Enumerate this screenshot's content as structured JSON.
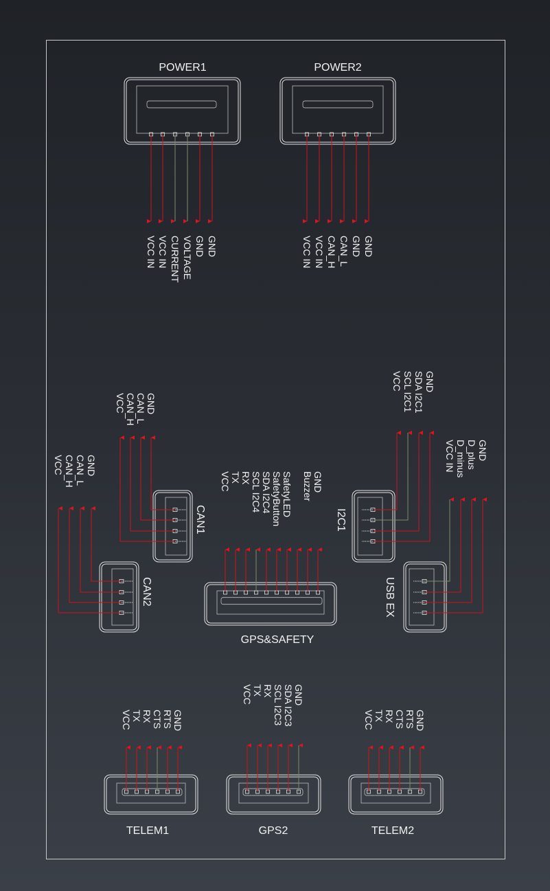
{
  "colors": {
    "wire": "#d0121b",
    "wire_alt": "#7f8a6e",
    "arrow": "#e0141e",
    "outline": "#e6e6e6"
  },
  "connectors": {
    "power1": {
      "title": "POWER1",
      "pins": [
        "VCC IN",
        "VCC IN",
        "CURRENT",
        "VOLTAGE",
        "GND",
        "GND"
      ]
    },
    "power2": {
      "title": "POWER2",
      "pins": [
        "VCC IN",
        "VCC IN",
        "CAN_H",
        "CAN_L",
        "GND",
        "GND"
      ]
    },
    "can1": {
      "title": "CAN1",
      "pins": [
        "VCC",
        "CAN_H",
        "CAN_L",
        "GND"
      ]
    },
    "can2": {
      "title": "CAN2",
      "pins": [
        "VCC",
        "CAN_H",
        "CAN_L",
        "GND"
      ]
    },
    "i2c1": {
      "title": "I2C1",
      "pins": [
        "VCC",
        "SCL I2C1",
        "SDA I2C1",
        "GND"
      ]
    },
    "usb_ex": {
      "title": "USB EX",
      "pins": [
        "VCC IN",
        "D_minus",
        "D_plus",
        "GND"
      ]
    },
    "gps_safety": {
      "title": "GPS&SAFETY",
      "pins": [
        "VCC",
        "TX",
        "RX",
        "SCL I2C4",
        "SDA I2C4",
        "SafetyButton",
        "SafetyLED",
        "",
        "Buzzer",
        "GND"
      ]
    },
    "telem1": {
      "title": "TELEM1",
      "pins": [
        "VCC",
        "TX",
        "RX",
        "CTS",
        "RTS",
        "GND"
      ]
    },
    "gps2": {
      "title": "GPS2",
      "pins": [
        "VCC",
        "TX",
        "RX",
        "SCL I2C3",
        "SDA I2C3",
        "GND"
      ]
    },
    "telem2": {
      "title": "TELEM2",
      "pins": [
        "VCC",
        "TX",
        "RX",
        "CTS",
        "RTS",
        "GND"
      ]
    }
  }
}
